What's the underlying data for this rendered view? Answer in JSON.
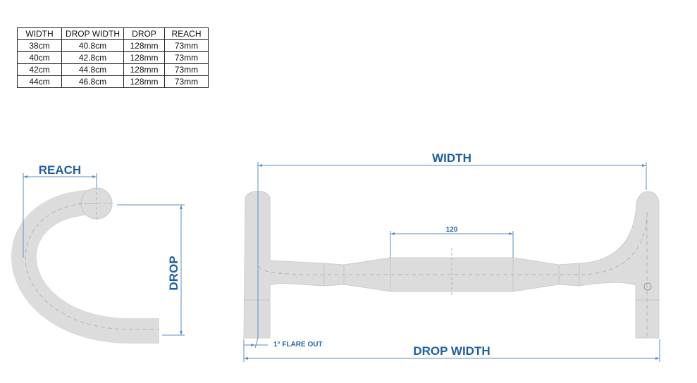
{
  "table": {
    "headers": [
      "WIDTH",
      "DROP WIDTH",
      "DROP",
      "REACH"
    ],
    "rows": [
      [
        "38cm",
        "40.8cm",
        "128mm",
        "73mm"
      ],
      [
        "40cm",
        "42.8cm",
        "128mm",
        "73mm"
      ],
      [
        "42cm",
        "44.8cm",
        "128mm",
        "73mm"
      ],
      [
        "44cm",
        "46.8cm",
        "128mm",
        "73mm"
      ]
    ]
  },
  "side_view": {
    "reach_label": "REACH",
    "drop_label": "DROP"
  },
  "front_view": {
    "width_label": "WIDTH",
    "center_label": "120",
    "flare_label": "1° FLARE OUT",
    "drop_width_label": "DROP WIDTH"
  },
  "colors": {
    "label_blue": "#1f5fa6",
    "bar_fill": "#dcdcdc",
    "dimension_line": "#5b8fc7"
  }
}
